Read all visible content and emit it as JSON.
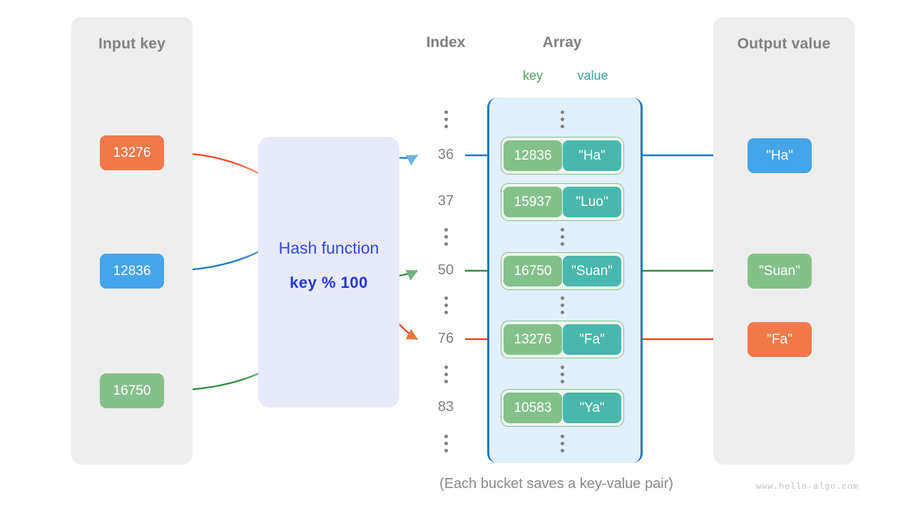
{
  "diagram": {
    "caption": "(Each bucket saves a key-value pair)",
    "watermark": "www.hello-algo.com"
  },
  "input_panel": {
    "title": "Input key",
    "keys": [
      {
        "label": "13276",
        "color": "#f3794a",
        "style": "orange"
      },
      {
        "label": "12836",
        "color": "#44a5ea",
        "style": "blue"
      },
      {
        "label": "16750",
        "color": "#85c08a",
        "style": "green"
      }
    ]
  },
  "hash_function": {
    "title": "Hash function",
    "formula": "key % 100",
    "box_color": "#e7eafa",
    "text_color": "#3049d6"
  },
  "columns": {
    "index_header": "Index",
    "array_header": "Array",
    "key_header": "key",
    "value_header": "value",
    "key_header_color": "#4d9e52",
    "value_header_color": "#36a9a1"
  },
  "index_column": [
    {
      "kind": "ellipsis"
    },
    {
      "kind": "index",
      "label": "36"
    },
    {
      "kind": "index",
      "label": "37"
    },
    {
      "kind": "ellipsis"
    },
    {
      "kind": "index",
      "label": "50"
    },
    {
      "kind": "ellipsis"
    },
    {
      "kind": "index",
      "label": "76"
    },
    {
      "kind": "ellipsis"
    },
    {
      "kind": "index",
      "label": "83"
    },
    {
      "kind": "ellipsis"
    }
  ],
  "array": {
    "container_color": "#e2f0fb",
    "border_color": "#1f78c1",
    "buckets": [
      {
        "index": "36",
        "key": "12836",
        "value": "\"Ha\""
      },
      {
        "index": "37",
        "key": "15937",
        "value": "\"Luo\""
      },
      {
        "index": "50",
        "key": "16750",
        "value": "\"Suan\""
      },
      {
        "index": "76",
        "key": "13276",
        "value": "\"Fa\""
      },
      {
        "index": "83",
        "key": "10583",
        "value": "\"Ya\""
      }
    ]
  },
  "output_panel": {
    "title": "Output value",
    "values": [
      {
        "label": "\"Ha\"",
        "color": "#44a5ea",
        "style": "blue"
      },
      {
        "label": "\"Suan\"",
        "color": "#85c08a",
        "style": "green"
      },
      {
        "label": "\"Fa\"",
        "color": "#f3794a",
        "style": "orange"
      }
    ]
  },
  "mappings": [
    {
      "input_key": "13276",
      "index": "76",
      "output_value": "\"Fa\"",
      "color": "#e8491d"
    },
    {
      "input_key": "12836",
      "index": "36",
      "output_value": "\"Ha\"",
      "color": "#1f78c1"
    },
    {
      "input_key": "16750",
      "index": "50",
      "output_value": "\"Suan\"",
      "color": "#2e8b45"
    }
  ]
}
